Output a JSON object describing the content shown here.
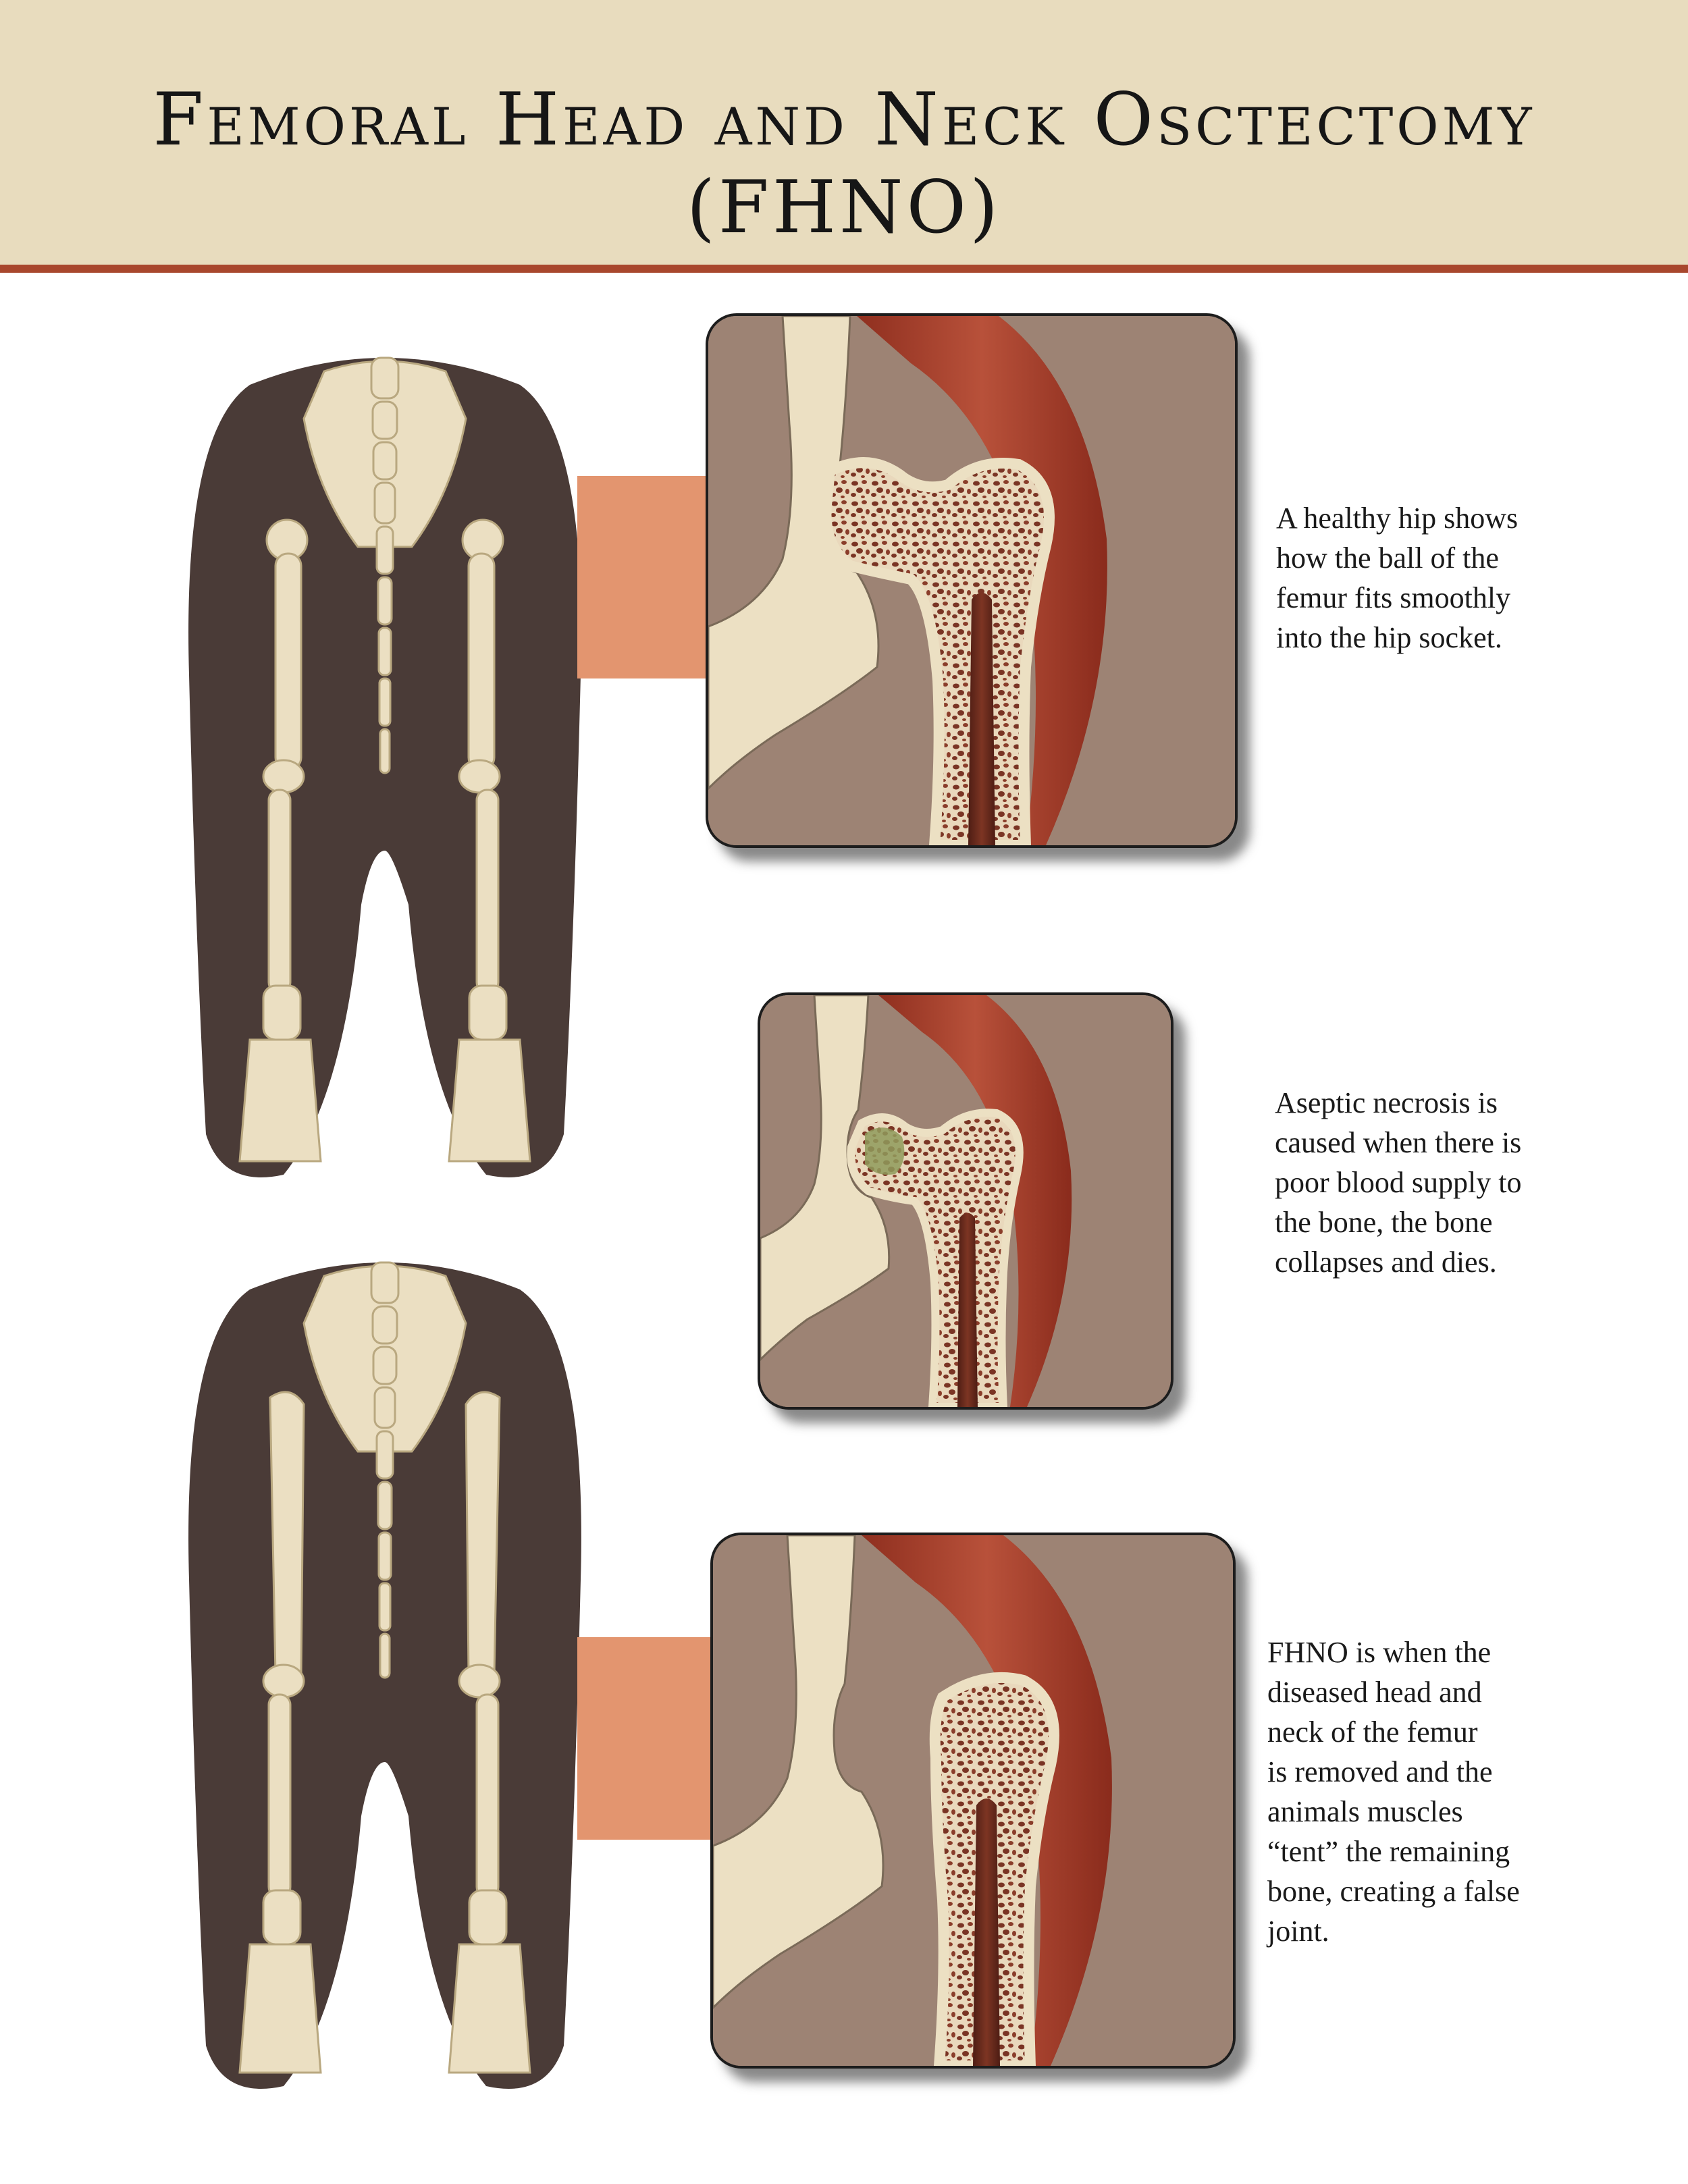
{
  "header": {
    "title_line1": "Femoral Head and Neck Osctectomy",
    "title_line2": "(FHNO)"
  },
  "colors": {
    "header_bg": "#e8dcbe",
    "header_rule": "#a8472d",
    "connector": "#e3956f",
    "panel_bg": "#9d8374",
    "bone": "#ece0c3",
    "muscle": "#a8402e",
    "marrow": "#6e2a1c",
    "fur": "#4a3b37",
    "necrosis": "#8f9b5c"
  },
  "panels": [
    {
      "illustration": "healthy-hip-joint",
      "caption": "A healthy hip shows\nhow the ball of the\nfemur fits smoothly\ninto the hip socket."
    },
    {
      "illustration": "aseptic-necrosis-joint",
      "caption": "Aseptic necrosis is\ncaused when there is\npoor blood supply to\nthe bone, the bone\ncollapses and dies."
    },
    {
      "illustration": "fhno-joint",
      "caption": "FHNO is when the\ndiseased head and\nneck of the femur\nis removed and the\nanimals muscles\n“tent” the  remaining\nbone, creating a false\njoint."
    }
  ],
  "figures": [
    {
      "illustration": "dog-hindquarters-skeleton-healthy"
    },
    {
      "illustration": "dog-hindquarters-skeleton-fhno"
    }
  ]
}
